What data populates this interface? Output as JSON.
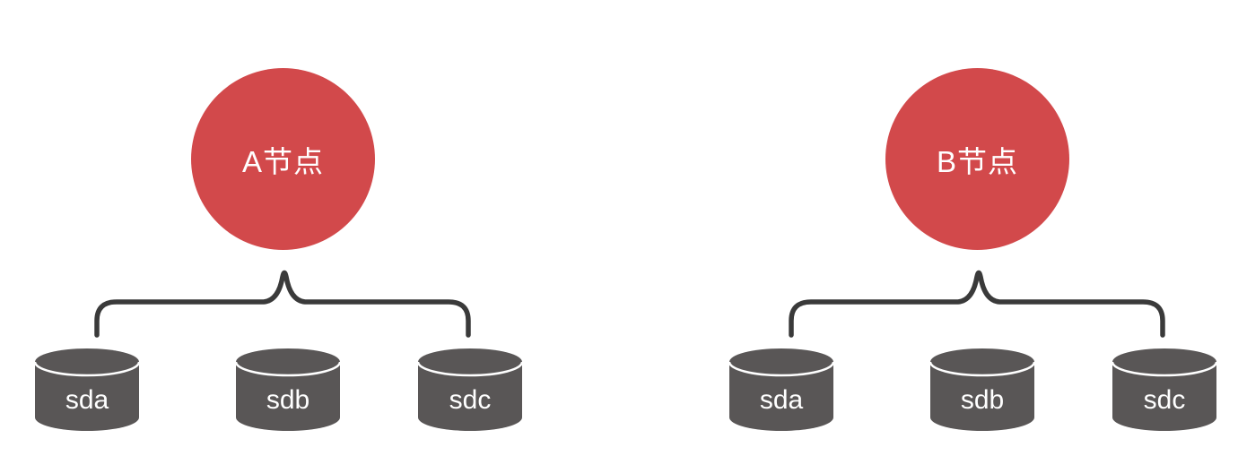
{
  "diagram": {
    "background": "#ffffff",
    "groups": [
      {
        "node_label": "A节点",
        "disks": [
          {
            "label": "sda"
          },
          {
            "label": "sdb"
          },
          {
            "label": "sdc"
          }
        ]
      },
      {
        "node_label": "B节点",
        "disks": [
          {
            "label": "sda"
          },
          {
            "label": "sdb"
          },
          {
            "label": "sdc"
          }
        ]
      }
    ]
  },
  "colors": {
    "node_fill": "#d2494b",
    "node_label": "#ffffff",
    "disk_fill": "#595656",
    "disk_label": "#ffffff",
    "disk_lid_line": "#ffffff",
    "brace_stroke": "#3a3a3a",
    "canvas_bg": "#ffffff"
  }
}
